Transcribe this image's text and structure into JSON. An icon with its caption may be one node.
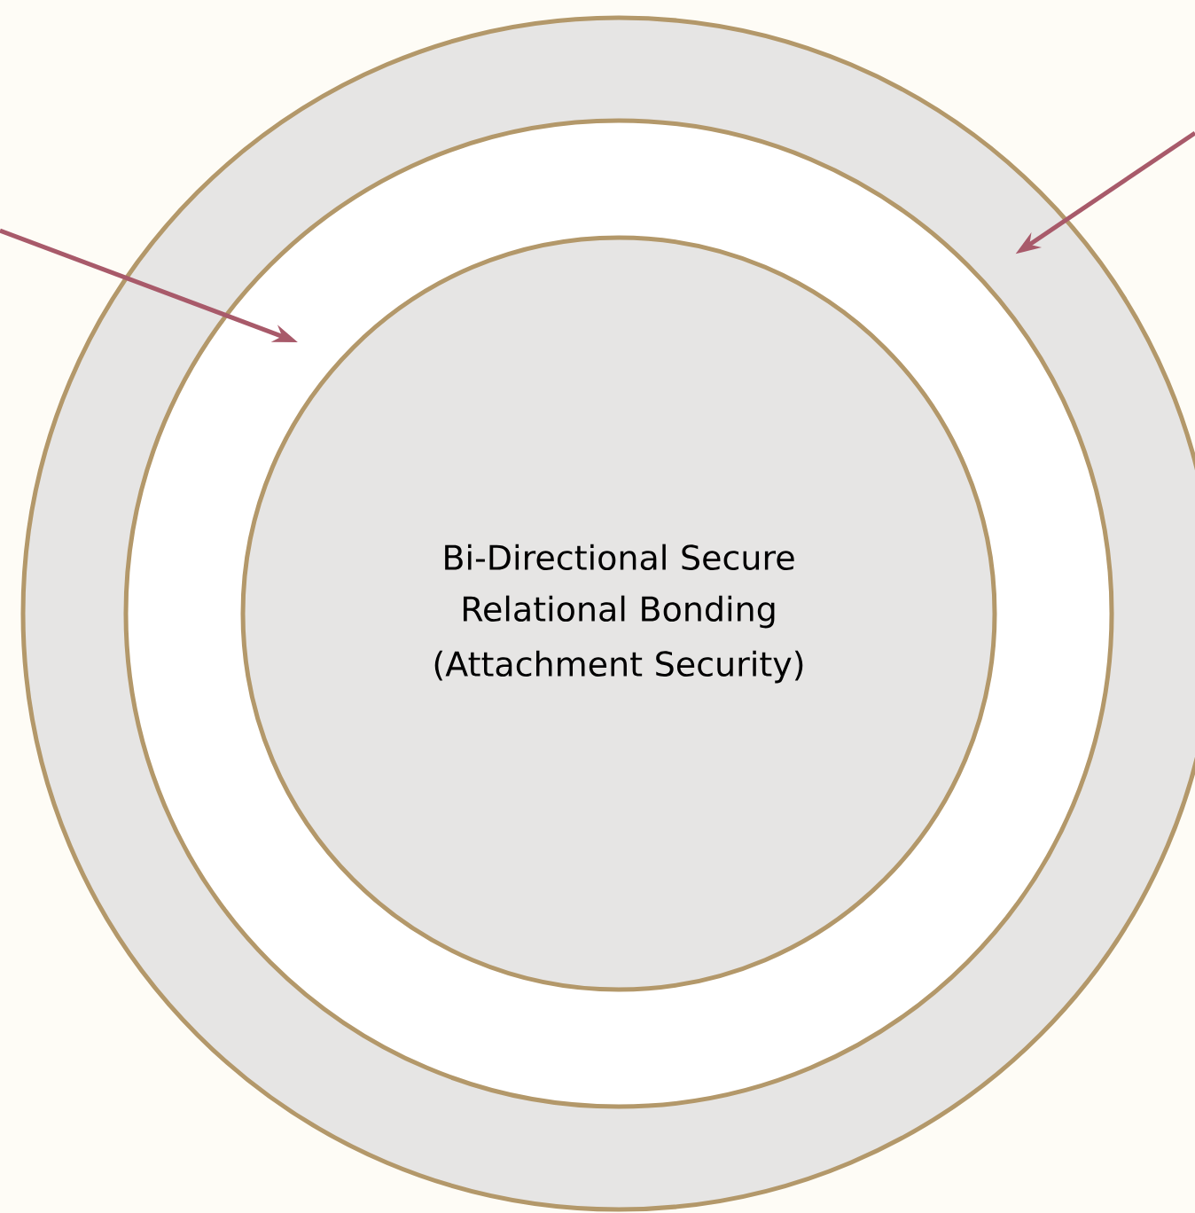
{
  "diagram": {
    "nodes": [
      {
        "text": [],
        "shape": "circle"
      },
      {
        "text": [],
        "shape": "circle",
        "in": 0
      },
      {
        "text": [
          "Bi-Directional Secure Relational Bonding",
          "(Attachment Security)"
        ],
        "in": 1
      }
    ],
    "edges": [
      {
        "from": null,
        "to": 1,
        "arrow": "to"
      },
      {
        "from": null,
        "to": 0,
        "arrow": "to"
      }
    ]
  }
}
